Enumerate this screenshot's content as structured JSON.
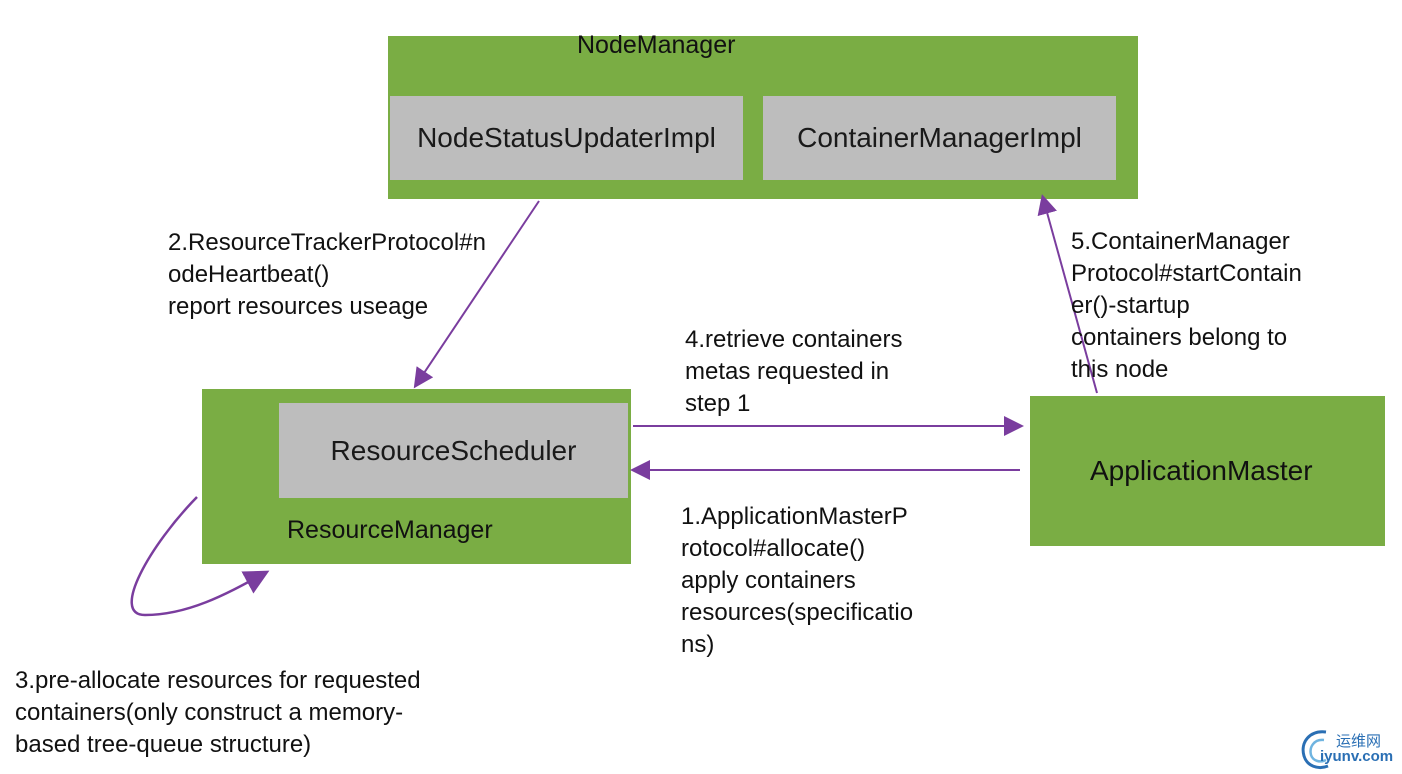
{
  "colors": {
    "container_green": "#7aad44",
    "component_gray": "#bdbdbd",
    "arrow_purple": "#7a3d9e",
    "watermark_blue": "#2a6fb4"
  },
  "nodes": {
    "node_manager": {
      "title": "NodeManager",
      "status_updater": "NodeStatusUpdaterImpl",
      "container_manager": "ContainerManagerImpl"
    },
    "resource_manager": {
      "title": "ResourceManager",
      "scheduler": "ResourceScheduler"
    },
    "application_master": {
      "title": "ApplicationMaster"
    }
  },
  "edges": {
    "step1": "1.ApplicationMasterP\nrotocol#allocate()\napply containers\nresources(specificatio\nns)",
    "step2": "2.ResourceTrackerProtocol#n\nodeHeartbeat()\nreport resources useage",
    "step3": "3.pre-allocate resources for requested\ncontainers(only construct a memory-\nbased tree-queue structure)",
    "step4": "4.retrieve containers\nmetas requested in\nstep 1",
    "step5": "5.ContainerManager\nProtocol#startContain\ner()-startup\ncontainers belong to\nthis node"
  },
  "watermark": {
    "icon": "watermark-logo-icon",
    "text_cn": "运维网",
    "text_en": "iyunv.com"
  }
}
